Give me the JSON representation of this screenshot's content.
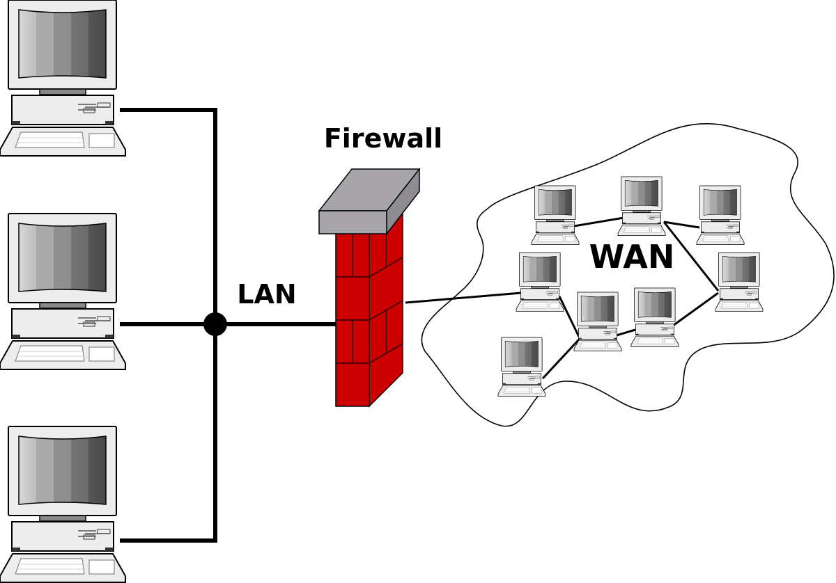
{
  "diagram": {
    "labels": {
      "firewall": "Firewall",
      "lan": "LAN",
      "wan": "WAN"
    },
    "nodes": {
      "lan_computers": [
        "lan-computer-1",
        "lan-computer-2",
        "lan-computer-3"
      ],
      "wan_computers": [
        "wan-computer-1",
        "wan-computer-2",
        "wan-computer-3",
        "wan-computer-4",
        "wan-computer-5",
        "wan-computer-6",
        "wan-computer-7",
        "wan-computer-8"
      ],
      "hub": "lan-hub",
      "firewall": "firewall-brick-wall",
      "cloud": "wan-cloud"
    },
    "colors": {
      "brick": "#cc0000",
      "brick_mortar": "#4d0000",
      "firewall_cap": "#a7a5aa",
      "line": "#000000"
    }
  }
}
